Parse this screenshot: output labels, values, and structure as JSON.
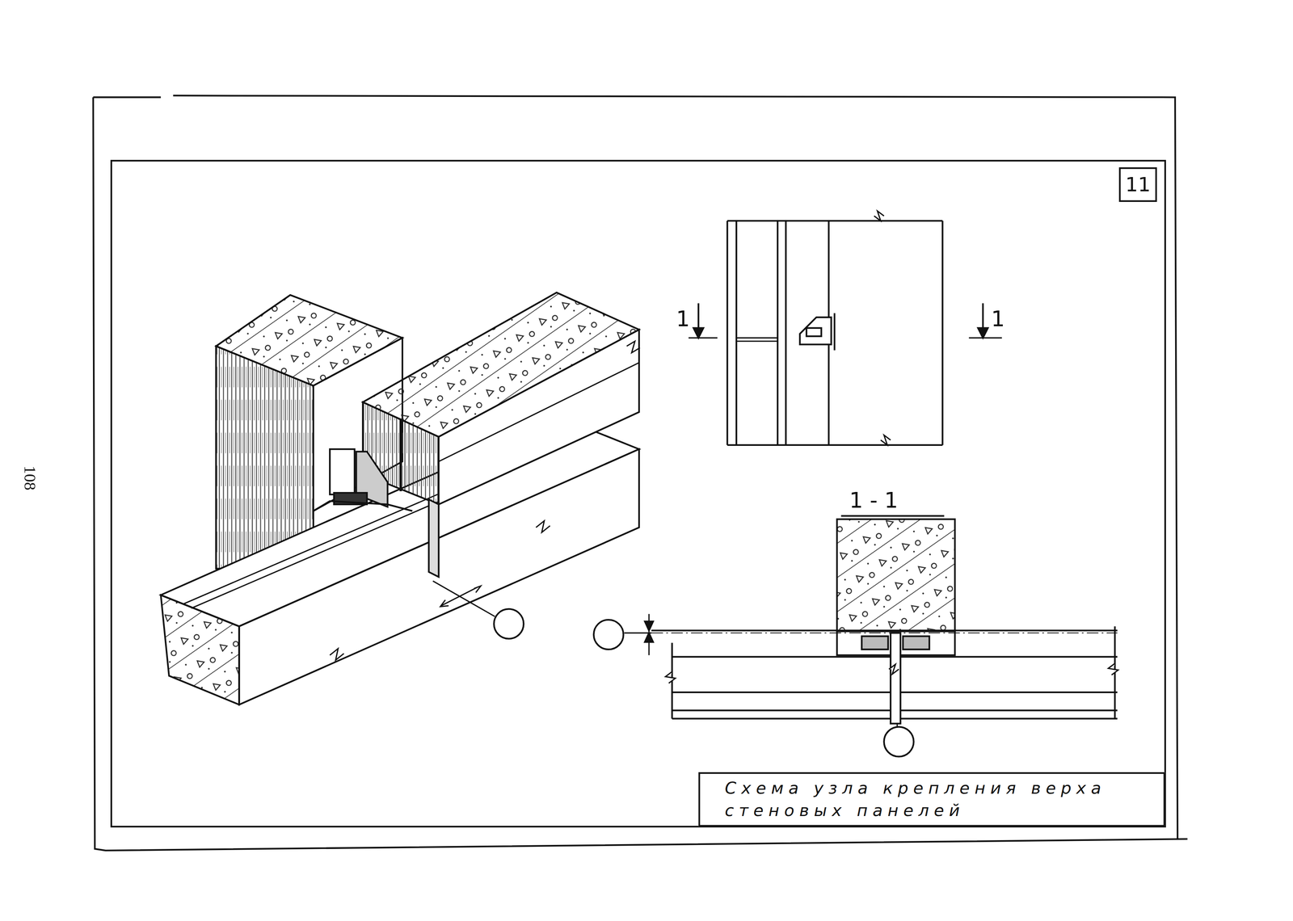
{
  "diagram": {
    "nodes": [
      {
        "text": [
          "11"
        ]
      },
      {
        "text": [
          "Схема узла крепления верха стеновых панелей"
        ]
      }
    ],
    "labels": [
      "108",
      "1",
      "1",
      "1 - 1"
    ]
  }
}
